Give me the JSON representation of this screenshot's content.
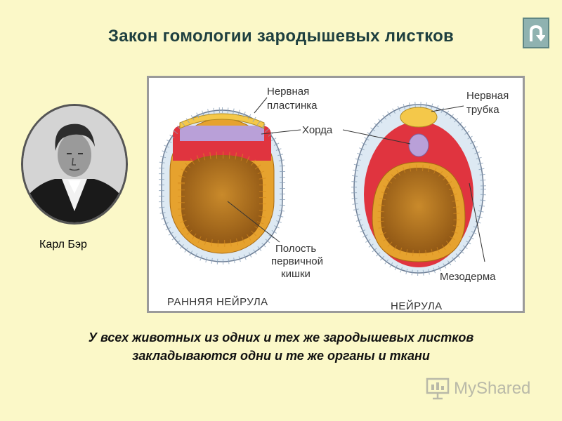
{
  "slide": {
    "title": "Закон гомологии зародышевых листков",
    "statement_line1": "У всех животных из одних и тех же зародышевых листков",
    "statement_line2": "закладываются одни и те же органы и ткани"
  },
  "portrait": {
    "caption": "Карл Бэр"
  },
  "nav": {
    "back_icon": "return-arrow-icon"
  },
  "diagram": {
    "labels": {
      "neural_plate_1": "Нервная",
      "neural_plate_2": "пластинка",
      "neural_tube_1": "Нервная",
      "neural_tube_2": "трубка",
      "chord": "Хорда",
      "cavity_1": "Полость",
      "cavity_2": "первичной",
      "cavity_3": "кишки",
      "mesoderm": "Мезодерма",
      "early_neurula": "РАННЯЯ НЕЙРУЛА",
      "neurula": "НЕЙРУЛА"
    },
    "colors": {
      "ectoderm": "#dde9f3",
      "neural": "#f4c84a",
      "chord": "#b9a0d8",
      "mesoderm": "#e0343f",
      "endoderm": "#e6a22e",
      "cavity": "#b8741f"
    }
  },
  "watermark": {
    "text": "MyShared"
  }
}
